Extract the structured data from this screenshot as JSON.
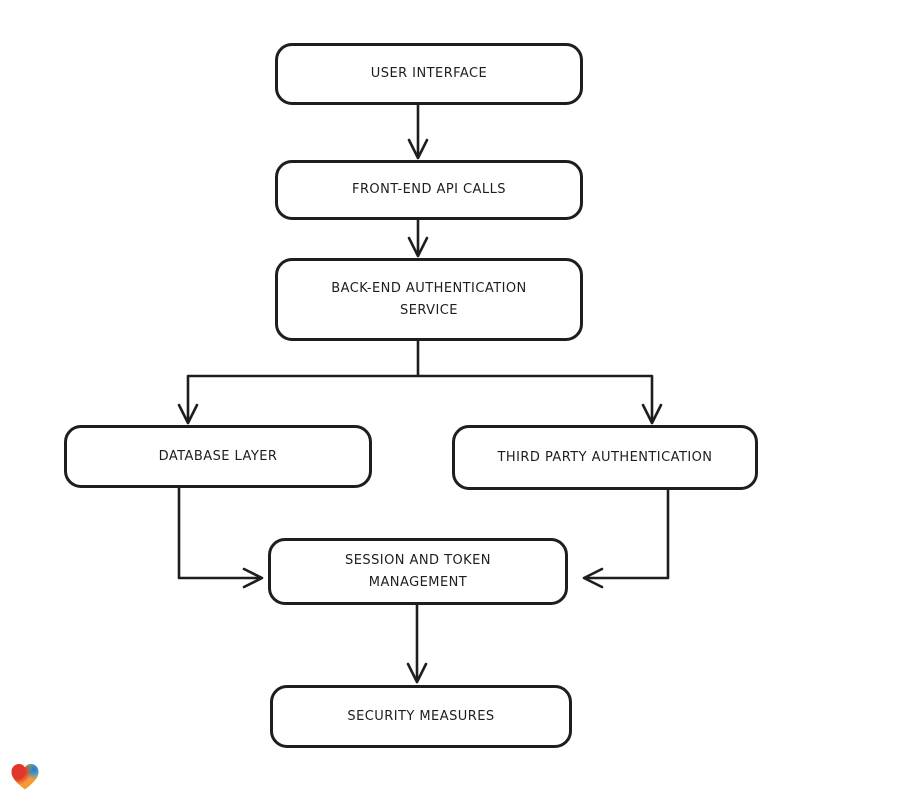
{
  "page": {
    "background_color": "#ffffff"
  },
  "diagram": {
    "type": "flowchart",
    "style": "hand-drawn",
    "stroke_color": "#1e1e1e",
    "node_fill_color": "#ffffff",
    "nodes": [
      {
        "id": "user-interface",
        "label": "USER INTERFACE"
      },
      {
        "id": "front-end-api-calls",
        "label": "FRONT-END API CALLS"
      },
      {
        "id": "back-end-authentication-service",
        "label": "BACK-END AUTHENTICATION SERVICE"
      },
      {
        "id": "database-layer",
        "label": "DATABASE LAYER"
      },
      {
        "id": "third-party-authentication",
        "label": "THIRD PARTY AUTHENTICATION"
      },
      {
        "id": "session-and-token-management",
        "label": "SESSION AND TOKEN MANAGEMENT"
      },
      {
        "id": "security-measures",
        "label": "SECURITY MEASURES"
      }
    ],
    "edges": [
      {
        "from": "user-interface",
        "to": "front-end-api-calls"
      },
      {
        "from": "front-end-api-calls",
        "to": "back-end-authentication-service"
      },
      {
        "from": "back-end-authentication-service",
        "to": "database-layer"
      },
      {
        "from": "back-end-authentication-service",
        "to": "third-party-authentication"
      },
      {
        "from": "database-layer",
        "to": "session-and-token-management"
      },
      {
        "from": "third-party-authentication",
        "to": "session-and-token-management"
      },
      {
        "from": "session-and-token-management",
        "to": "security-measures"
      }
    ]
  },
  "branding": {
    "logo_icon": "gradient-heart-icon",
    "logo_colors": {
      "red": "#e2352b",
      "green": "#7fae3d",
      "teal": "#2e9cc9",
      "blue": "#3e6ad6",
      "orange": "#f59b35"
    }
  }
}
